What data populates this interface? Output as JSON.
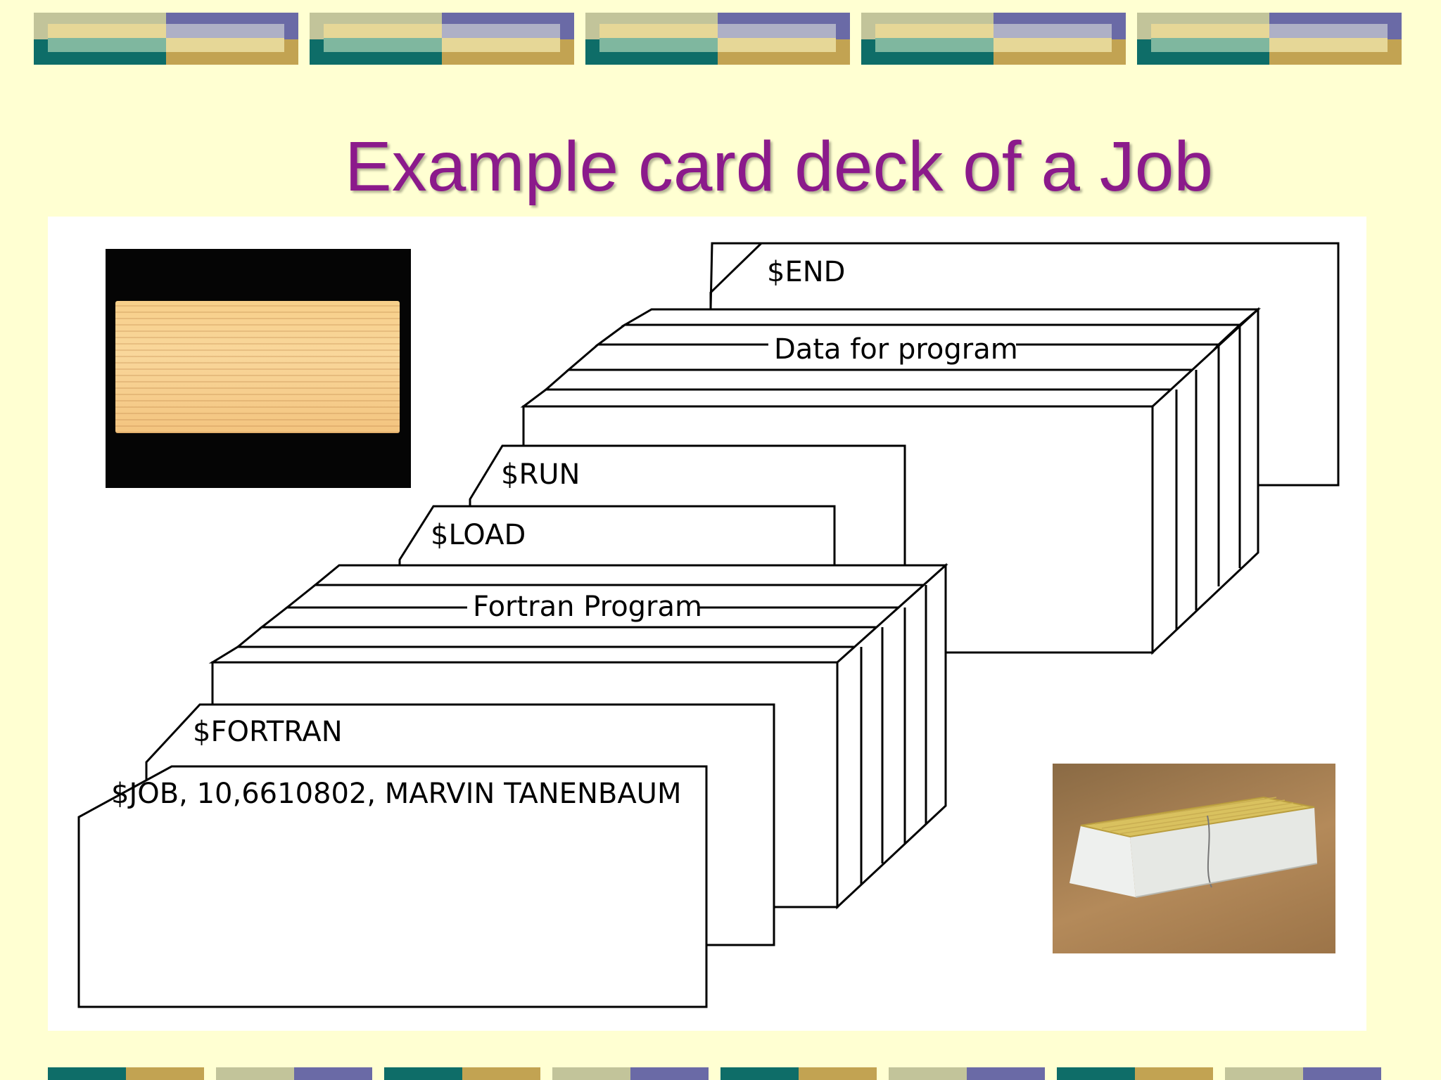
{
  "slide": {
    "title": "Example card deck of a Job"
  },
  "deck": {
    "cards": {
      "end": "$END",
      "data": "Data for program",
      "run": "$RUN",
      "load": "$LOAD",
      "fortran_program": "Fortran Program",
      "fortran": "$FORTRAN",
      "job": "$JOB, 10,6610802, MARVIN TANENBAUM"
    }
  },
  "photos": {
    "punch_card": "punched-card-photo",
    "card_deck": "card-deck-photo"
  },
  "colors": {
    "background": "#ffffd2",
    "title": "#8b1a8b",
    "band_teal": "#0e6d68",
    "band_mint": "#7fb79f",
    "band_gold": "#c2a352",
    "band_sand": "#e6d797",
    "band_olive": "#c2c49a",
    "band_purple": "#6a6aa6"
  }
}
